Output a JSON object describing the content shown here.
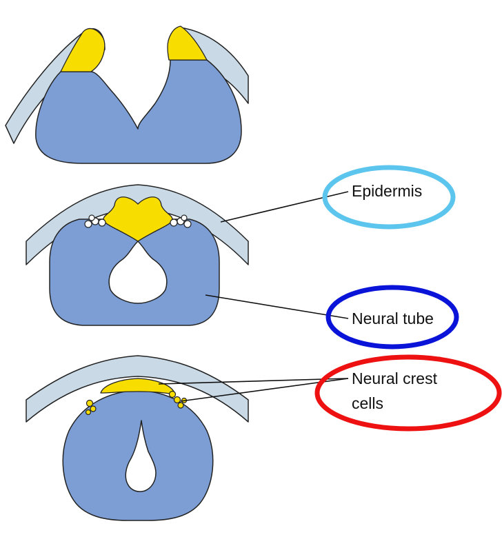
{
  "labels": {
    "epidermis": "Epidermis",
    "neural_tube": "Neural tube",
    "neural_crest_line1": "Neural crest",
    "neural_crest_line2": "cells"
  },
  "colors": {
    "background": "#ffffff",
    "epidermis_fill": "#c9dae6",
    "neural_tissue_fill": "#7c9ed4",
    "neural_crest_fill": "#f7dd00",
    "outline": "#222222",
    "epidermis_ring": "#5cc5ee",
    "neural_tube_ring": "#0a14d8",
    "neural_crest_ring": "#ee1111"
  }
}
